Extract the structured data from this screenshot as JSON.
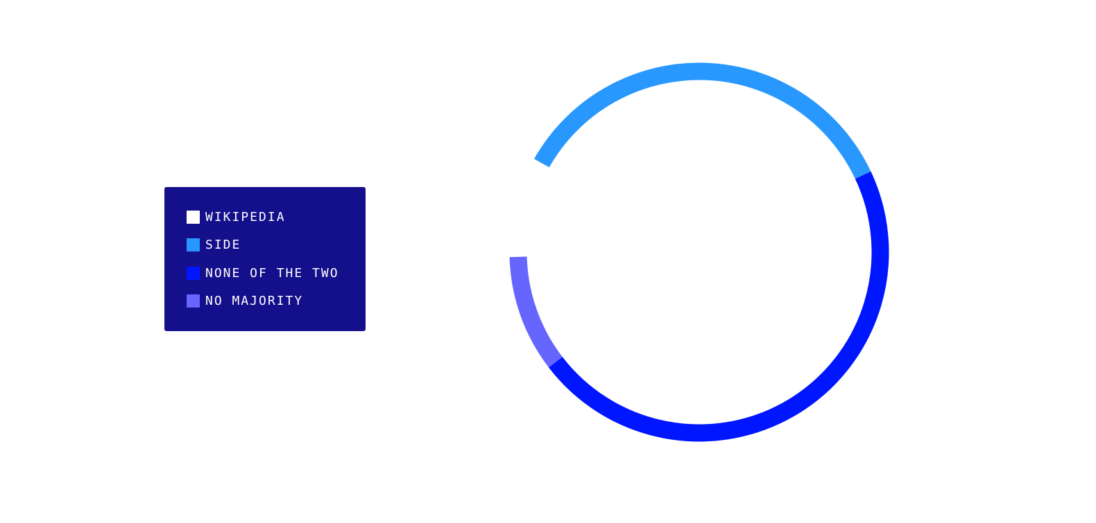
{
  "chart_data": {
    "type": "pie",
    "variant": "donut",
    "title": "",
    "legend_position": "left",
    "categories": [
      "WIKIPEDIA",
      "SIDE",
      "NONE OF THE TWO",
      "NO MAJORITY"
    ],
    "values": [
      8.6,
      34.8,
      46.6,
      10.0
    ],
    "colors": [
      "#ffffff",
      "#2898ff",
      "#0016ff",
      "#6666ff"
    ],
    "start_category": "SIDE",
    "direction": "clockwise"
  },
  "legend": {
    "background": "#140f8a",
    "items": [
      {
        "label": "WIKIPEDIA",
        "color": "#ffffff"
      },
      {
        "label": "SIDE",
        "color": "#2898ff"
      },
      {
        "label": "NONE OF THE TWO",
        "color": "#0016ff"
      },
      {
        "label": "NO MAJORITY",
        "color": "#6666ff"
      }
    ]
  }
}
